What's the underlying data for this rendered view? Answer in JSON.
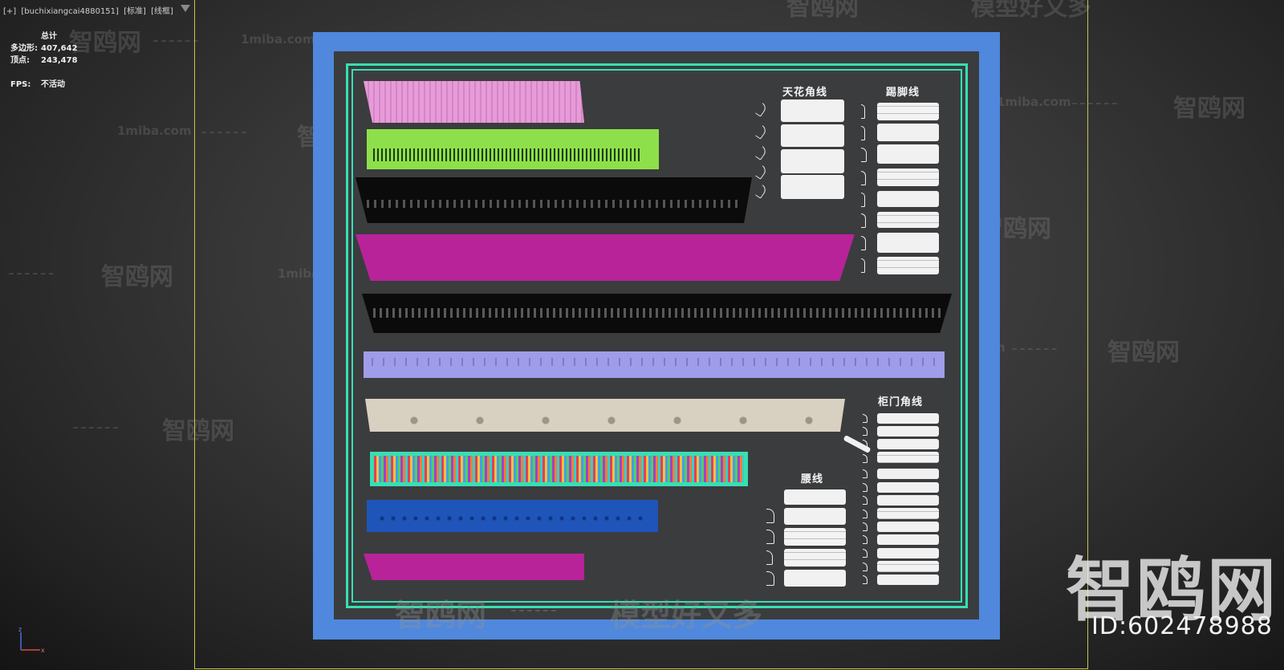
{
  "viewport": {
    "label_parts": [
      "[+]",
      "[buchixiangcai4880151]",
      "[标准]",
      "[线框]"
    ],
    "stats_header": "总计",
    "stats": [
      {
        "label": "多边形:",
        "value": "407,642"
      },
      {
        "label": "顶点:",
        "value": "243,478"
      }
    ],
    "fps_label": "FPS:",
    "fps_value": "不活动",
    "axis_z": "z",
    "axis_x": "x"
  },
  "scene": {
    "categories": {
      "ceiling": "天花角线",
      "baseboard": "踢脚线",
      "cabinet": "柜门角线",
      "waist": "腰线"
    },
    "molding_colors": [
      "#e79bd8",
      "#8ee04a",
      "#0b0b0b",
      "#b8239a",
      "#0b0b0b",
      "#9f9de9",
      "#d8d0c0",
      "#35e0b5",
      "#1f55b8",
      "#b8239a"
    ]
  },
  "watermarks": {
    "site_cn": "智鸥网",
    "site_url": "1miba.com",
    "slogan": "模型好又多",
    "brand_big": "智鸥网",
    "id_text": "ID:602478988"
  }
}
